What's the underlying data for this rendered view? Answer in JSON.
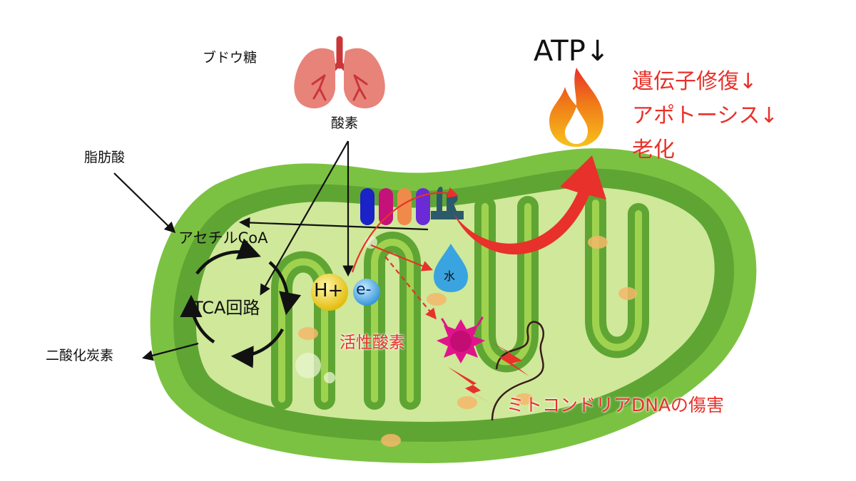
{
  "labels": {
    "glucose": "ブドウ糖",
    "oxygen": "酸素",
    "fatty_acid": "脂肪酸",
    "acetyl_coa": "アセチルCoA",
    "tca_cycle": "TCA回路",
    "co2": "二酸化炭素",
    "h_plus": "H+",
    "electron": "e-",
    "water": "水",
    "ros": "活性酸素",
    "mtdna_damage": "ミトコンドリアDNAの傷害",
    "atp": "ATP↓",
    "effects": [
      "遺伝子修復↓",
      "アポトーシス↓",
      "老化"
    ]
  },
  "colors": {
    "mito_outer": "#7cc242",
    "mito_inner": "#5fa533",
    "mito_matrix": "#cfe89a",
    "arrow_red": "#e8312a",
    "text_red": "#e8312a",
    "text_black": "#111111",
    "water_blue": "#3aa4e0",
    "h_yellow": "#f2d318",
    "ros_magenta": "#e0148a"
  }
}
